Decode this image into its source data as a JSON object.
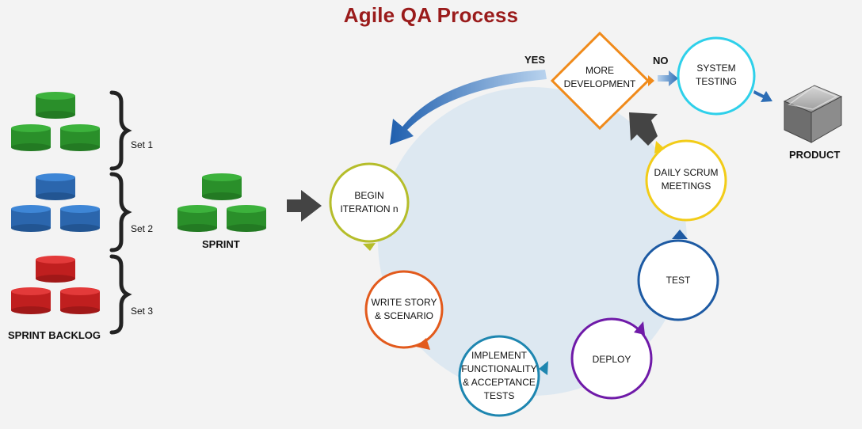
{
  "title": "Agile QA Process",
  "backlog": {
    "label": "SPRINT BACKLOG",
    "sets": [
      {
        "label": "Set 1",
        "color": "#2e9e2e"
      },
      {
        "label": "Set 2",
        "color": "#2f74c0"
      },
      {
        "label": "Set 3",
        "color": "#d52828"
      }
    ]
  },
  "sprint": {
    "label": "SPRINT",
    "color": "#2e9e2e"
  },
  "cycle": {
    "begin": "BEGIN\nITERATION n",
    "write_story": "WRITE STORY\n& SCENARIO",
    "implement": "IMPLEMENT\nFUNCTIONALITY\n& ACCEPTANCE\nTESTS",
    "deploy": "DEPLOY",
    "test": "TEST",
    "daily_scrum": "DAILY SCRUM\nMEETINGS",
    "more_development": "MORE\nDEVELOPMENT",
    "system_testing": "SYSTEM\nTESTING",
    "product": "PRODUCT"
  },
  "decision": {
    "yes": "YES",
    "no": "NO"
  },
  "colors": {
    "title": "#9a1b1b",
    "begin": "#b5bd2a",
    "write_story": "#e25a1c",
    "implement": "#1e86b0",
    "deploy": "#6f1aa8",
    "test": "#1d5aa3",
    "daily_scrum": "#f2cc18",
    "more_development": "#f08a1a",
    "system_testing": "#2ed0ea"
  }
}
